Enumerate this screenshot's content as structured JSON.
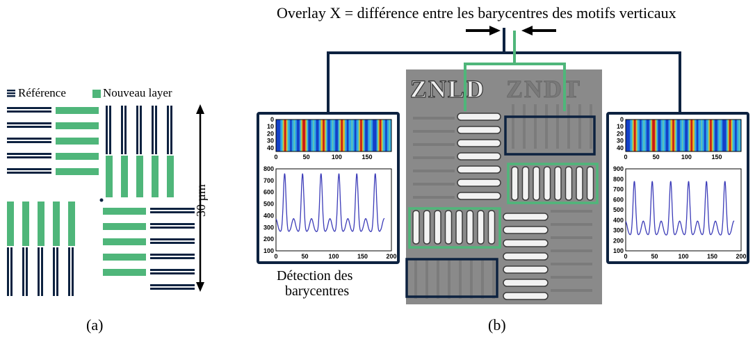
{
  "colors": {
    "reference": "#0d2240",
    "new_layer": "#4fb67a",
    "frame": "#0d2240",
    "sem_bg": "#8a8a8a",
    "signal": "#3b3bb8"
  },
  "panel_a": {
    "legend_reference": "Référence",
    "legend_new_layer": "Nouveau layer",
    "scale_label": "30 µm",
    "caption": "(a)"
  },
  "panel_b": {
    "title": "Overlay X = différence entre les barycentres des motifs verticaux",
    "sem_label_left": "ZNLD",
    "sem_label_right": "ZNDT",
    "detection_label_line1": "Détection des",
    "detection_label_line2": "barycentres",
    "caption": "(b)"
  },
  "chart_data": [
    {
      "type": "heatmap",
      "x_ticks": [
        "0",
        "50",
        "100",
        "150"
      ],
      "y_ticks": [
        "0",
        "10",
        "20",
        "30",
        "40"
      ],
      "xlim": [
        0,
        190
      ],
      "ylim": [
        45,
        0
      ]
    },
    {
      "type": "line",
      "x_ticks": [
        "0",
        "50",
        "100",
        "150",
        "200"
      ],
      "y_ticks": [
        "100",
        "200",
        "300",
        "400",
        "500",
        "600",
        "700",
        "800"
      ],
      "xlim": [
        0,
        200
      ],
      "ylim": [
        100,
        800
      ],
      "series": [
        {
          "peaks_x": [
            15,
            46,
            78,
            109,
            140,
            172
          ],
          "peak_y": 760,
          "sub_peak_y": 375,
          "valley_y": 260
        }
      ]
    },
    {
      "type": "heatmap",
      "x_ticks": [
        "0",
        "50",
        "100",
        "150"
      ],
      "y_ticks": [
        "0",
        "10",
        "20",
        "30",
        "40"
      ],
      "xlim": [
        0,
        190
      ],
      "ylim": [
        45,
        0
      ]
    },
    {
      "type": "line",
      "x_ticks": [
        "0",
        "50",
        "100",
        "150",
        "200"
      ],
      "y_ticks": [
        "100",
        "200",
        "300",
        "400",
        "500",
        "600",
        "700",
        "800",
        "900"
      ],
      "xlim": [
        0,
        200
      ],
      "ylim": [
        100,
        900
      ],
      "series": [
        {
          "peaks_x": [
            15,
            46,
            78,
            109,
            140,
            172
          ],
          "peak_y": 780,
          "sub_peak_y": 390,
          "valley_y": 250
        }
      ]
    }
  ]
}
